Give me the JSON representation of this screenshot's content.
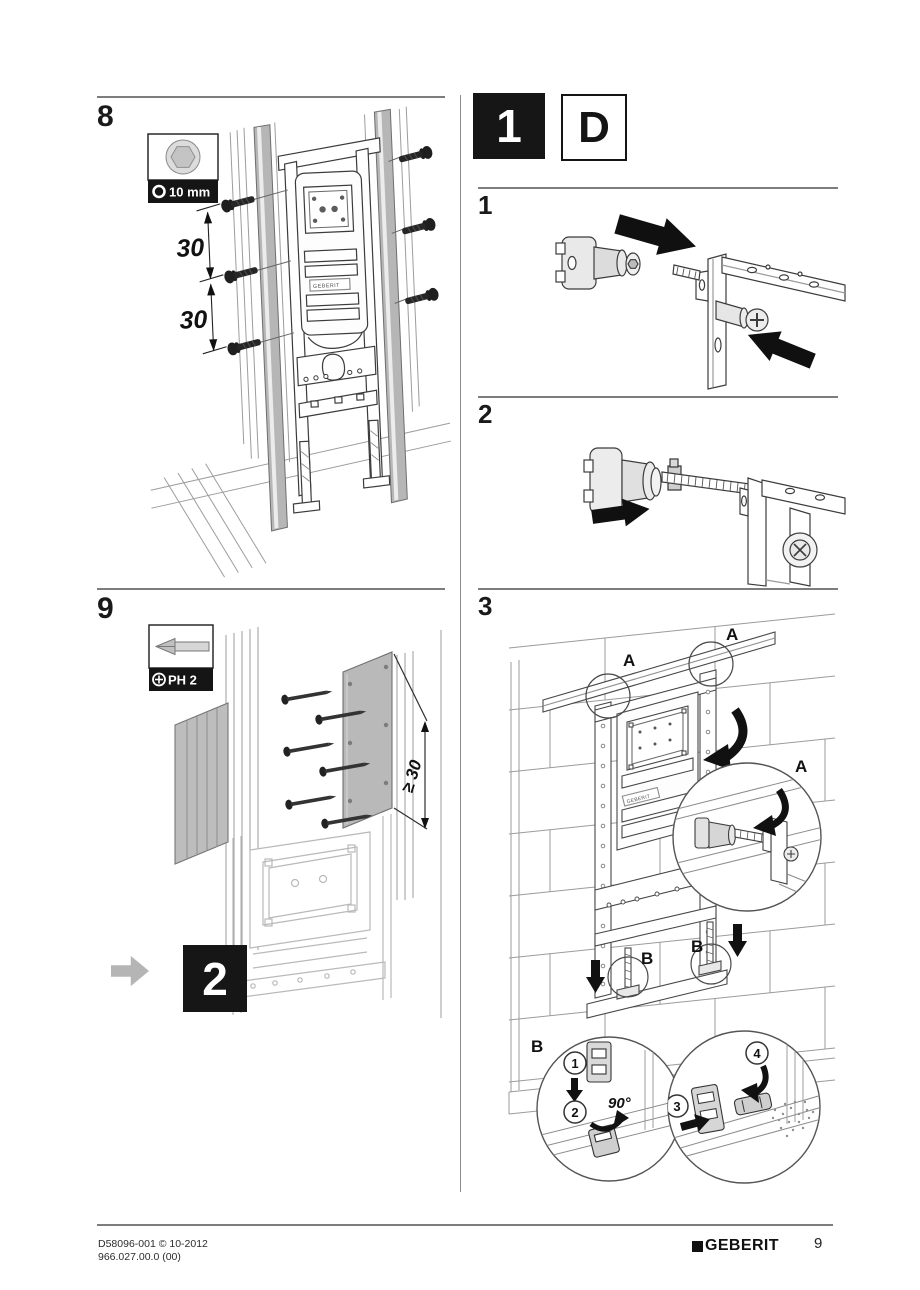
{
  "page": {
    "number": "9"
  },
  "footer": {
    "doc_code": "D58096-001 © 10-2012",
    "doc_version": "966.027.00.0 (00)",
    "brand": "GEBERIT"
  },
  "chips": {
    "group": "1",
    "variant": "D"
  },
  "drawing": {
    "tank_brand": "GEBERIT"
  },
  "left": {
    "step8": {
      "title": "8",
      "tool_label": "10 mm",
      "dim_top": "30",
      "dim_bottom": "30"
    },
    "step9": {
      "title": "9",
      "tool_label": "PH 2",
      "dim_label": "≥ 30",
      "goto": "2"
    }
  },
  "right": {
    "step1": {
      "title": "1"
    },
    "step2": {
      "title": "2"
    },
    "step3": {
      "title": "3",
      "marker_a": "A",
      "marker_b": "B",
      "angle": "90°",
      "steps": {
        "s1": "1",
        "s2": "2",
        "s3": "3",
        "s4": "4"
      }
    }
  }
}
